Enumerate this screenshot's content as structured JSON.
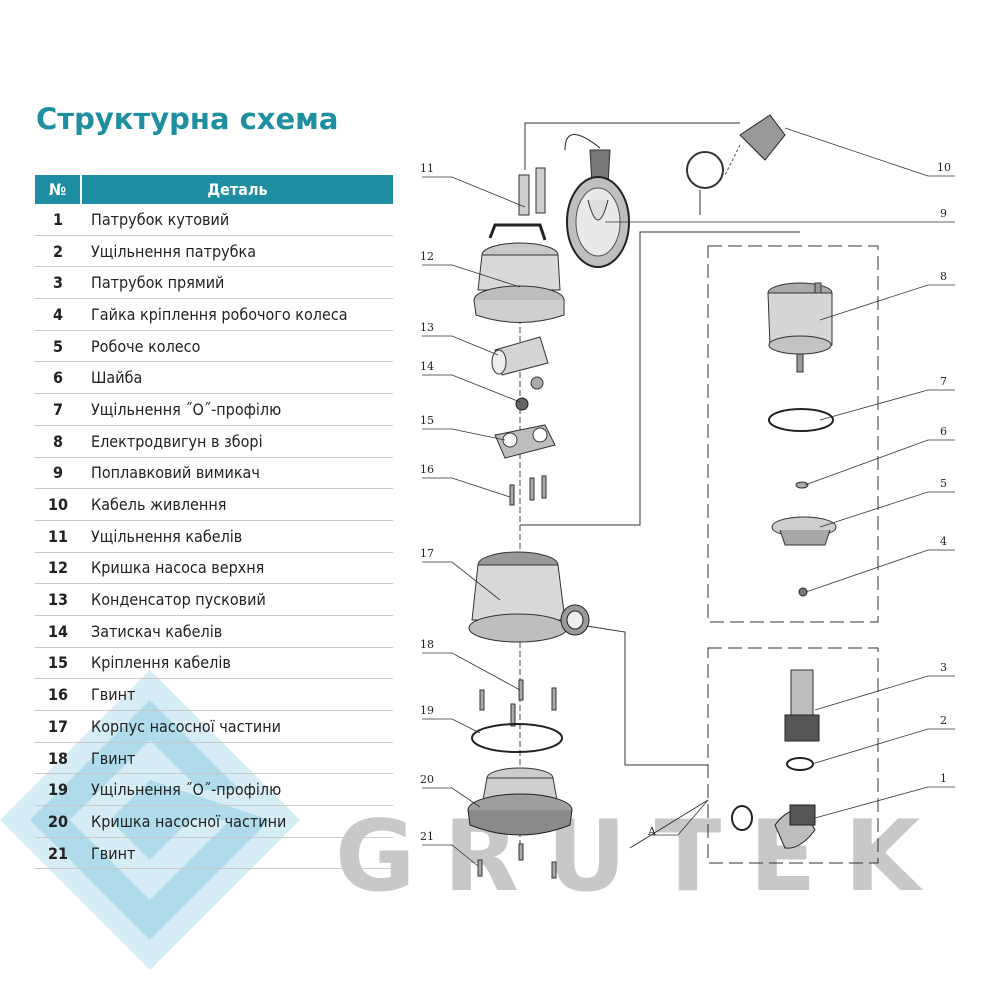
{
  "title": "Структурна схема",
  "table": {
    "header_num": "№",
    "header_part": "Деталь",
    "rows": [
      {
        "num": "1",
        "name": "Патрубок кутовий"
      },
      {
        "num": "2",
        "name": "Ущільнення патрубка"
      },
      {
        "num": "3",
        "name": "Патрубок прямий"
      },
      {
        "num": "4",
        "name": "Гайка кріплення робочого колеса"
      },
      {
        "num": "5",
        "name": "Робоче колесо"
      },
      {
        "num": "6",
        "name": "Шайба"
      },
      {
        "num": "7",
        "name": "Ущільнення ˝О˝-профілю"
      },
      {
        "num": "8",
        "name": "Електродвигун в зборі"
      },
      {
        "num": "9",
        "name": "Поплавковий вимикач"
      },
      {
        "num": "10",
        "name": "Кабель живлення"
      },
      {
        "num": "11",
        "name": "Ущільнення кабелів"
      },
      {
        "num": "12",
        "name": "Кришка насоса верхня"
      },
      {
        "num": "13",
        "name": "Конденсатор пусковий"
      },
      {
        "num": "14",
        "name": "Затискач кабелів"
      },
      {
        "num": "15",
        "name": "Кріплення кабелів"
      },
      {
        "num": "16",
        "name": "Гвинт"
      },
      {
        "num": "17",
        "name": "Корпус насосної частини"
      },
      {
        "num": "18",
        "name": "Гвинт"
      },
      {
        "num": "19",
        "name": "Ущільнення ˝О˝-профілю"
      },
      {
        "num": "20",
        "name": "Кришка насосної частини"
      },
      {
        "num": "21",
        "name": "Гвинт"
      }
    ]
  },
  "diagram": {
    "labels": [
      "1",
      "2",
      "3",
      "4",
      "5",
      "6",
      "7",
      "8",
      "9",
      "10",
      "11",
      "12",
      "13",
      "14",
      "15",
      "16",
      "17",
      "18",
      "19",
      "20",
      "21",
      "A"
    ]
  },
  "brand": "GRUTEK",
  "colors": {
    "accent": "#1d8ea2",
    "logo_light": "#a9d9ea",
    "watermark": "#c4c4c4"
  }
}
